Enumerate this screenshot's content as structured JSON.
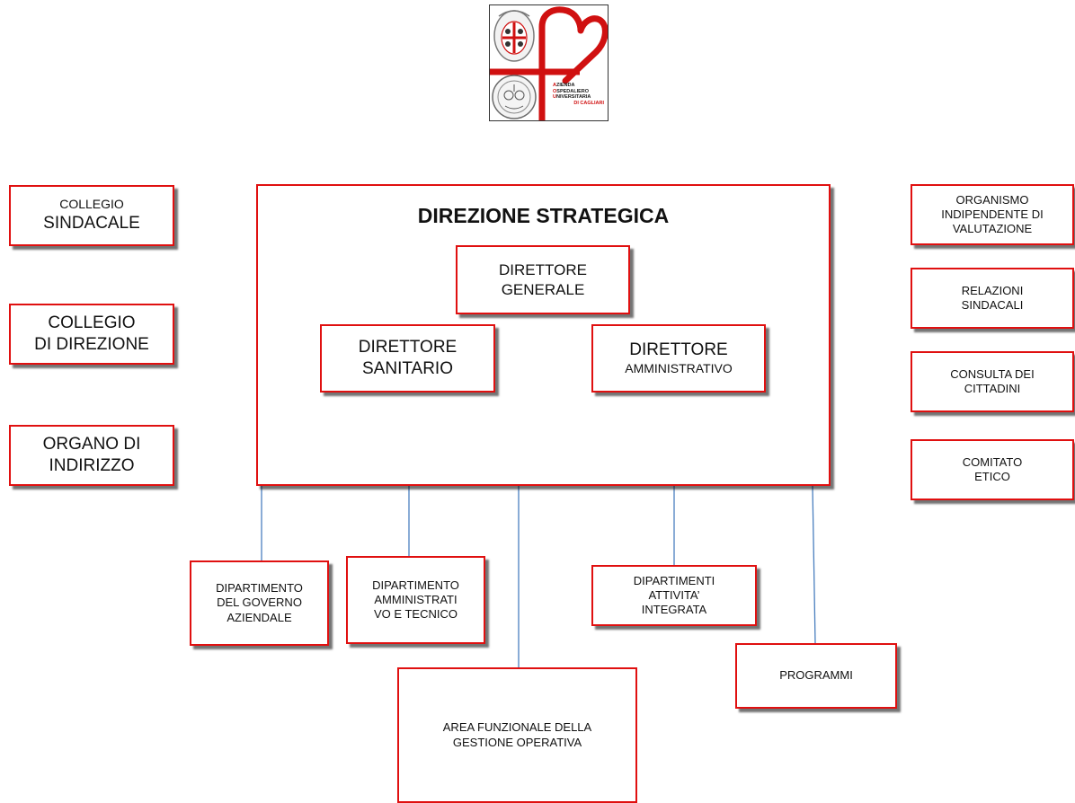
{
  "logo": {
    "alt": "Azienda Ospedaliero Universitaria di Cagliari",
    "lines": [
      {
        "initial": "A",
        "rest": "ZIENDA"
      },
      {
        "initial": "O",
        "rest": "SPEDALIERO"
      },
      {
        "initial": "U",
        "rest": "NIVERSITARIA"
      },
      {
        "initial": "",
        "rest": "DI CAGLIARI"
      }
    ],
    "colors": {
      "red": "#d01010",
      "gray": "#8a8a8a"
    }
  },
  "strategic": {
    "title": "DIREZIONE STRATEGICA",
    "general": [
      "DIRETTORE",
      "GENERALE"
    ],
    "sanitario": [
      "DIRETTORE",
      "SANITARIO"
    ],
    "amministrativo": [
      "DIRETTORE",
      "AMMINISTRATIVO"
    ]
  },
  "left_boxes": [
    [
      "COLLEGIO",
      "SINDACALE"
    ],
    [
      "COLLEGIO",
      "DI DIREZIONE"
    ],
    [
      "ORGANO DI",
      "INDIRIZZO"
    ]
  ],
  "right_boxes": [
    [
      "ORGANISMO",
      "INDIPENDENTE DI",
      "VALUTAZIONE"
    ],
    [
      "RELAZIONI",
      "SINDACALI"
    ],
    [
      "CONSULTA DEI",
      "CITTADINI"
    ],
    [
      "COMITATO",
      "ETICO"
    ]
  ],
  "bottom_boxes": {
    "governo": [
      "DIPARTIMENTO",
      "DEL GOVERNO",
      "AZIENDALE"
    ],
    "amministrativo_tecnico": [
      "DIPARTIMENTO",
      "AMMINISTRATI",
      "VO E TECNICO"
    ],
    "attivita_integrata": [
      "DIPARTIMENTI",
      "ATTIVITA’",
      "INTEGRATA"
    ],
    "programmi": [
      "PROGRAMMI"
    ],
    "area_funzionale": [
      "AREA FUNZIONALE DELLA",
      "GESTIONE OPERATIVA"
    ]
  },
  "colors": {
    "box_border": "#e01010",
    "connector": "#4a7fbf"
  }
}
